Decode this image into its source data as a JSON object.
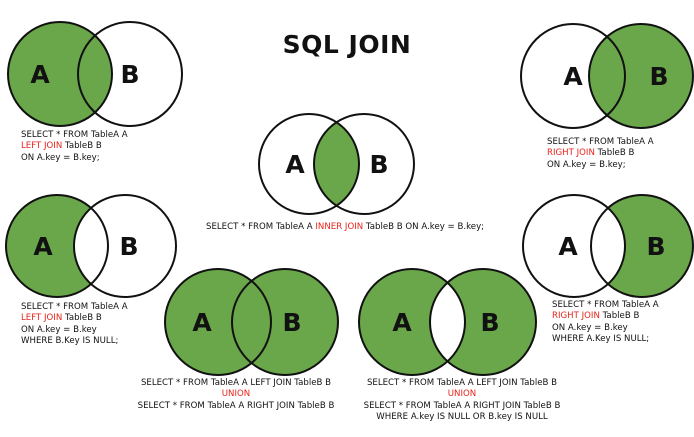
{
  "title": "SQL JOIN",
  "colors": {
    "fill": "#6aa64a",
    "outline": "#111111",
    "keyword": "#e8231b"
  },
  "set_labels": {
    "a": "A",
    "b": "B"
  },
  "diagrams": {
    "left_join": {
      "lines": [
        {
          "text": "SELECT * FROM TableA A"
        },
        {
          "keyword": "LEFT JOIN",
          "after": " TableB B"
        },
        {
          "text": "ON A.key = B.key;"
        }
      ]
    },
    "right_join": {
      "lines": [
        {
          "text": "SELECT * FROM TableA A"
        },
        {
          "keyword": "RIGHT JOIN",
          "after": " TableB B"
        },
        {
          "text": "ON A.key = B.key;"
        }
      ]
    },
    "inner_join": {
      "lines": [
        {
          "before": "SELECT * FROM TableA A ",
          "keyword": "INNER JOIN",
          "after": " TableB B ON A.key = B.key;"
        }
      ]
    },
    "left_only": {
      "lines": [
        {
          "text": "SELECT * FROM TableA A"
        },
        {
          "keyword": "LEFT JOIN",
          "after": " TableB B"
        },
        {
          "text": "ON A.key = B.key"
        },
        {
          "text": "WHERE B.Key IS NULL;"
        }
      ]
    },
    "right_only": {
      "lines": [
        {
          "text": "SELECT * FROM TableA A"
        },
        {
          "keyword": "RIGHT JOIN",
          "after": " TableB B"
        },
        {
          "text": "ON A.key = B.key"
        },
        {
          "text": "WHERE A.Key IS NULL;"
        }
      ]
    },
    "full_outer": {
      "lines": [
        {
          "text": "SELECT * FROM TableA A LEFT JOIN TableB B"
        },
        {
          "keyword": "UNION"
        },
        {
          "text": "SELECT * FROM TableA A RIGHT JOIN TableB B"
        }
      ]
    },
    "outer_excluding": {
      "lines": [
        {
          "text": "SELECT * FROM TableA A LEFT JOIN TableB B"
        },
        {
          "keyword": "UNION"
        },
        {
          "text": "SELECT * FROM TableA A RIGHT JOIN TableB B"
        },
        {
          "text": "WHERE A.key IS NULL OR B.key IS NULL"
        }
      ]
    }
  }
}
